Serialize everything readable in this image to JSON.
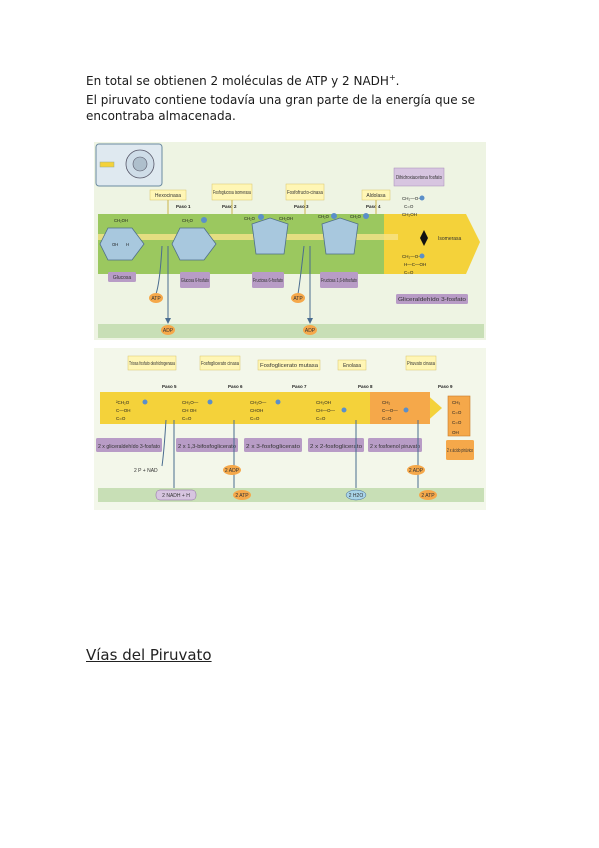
{
  "text": {
    "p1_main": "En total se obtienen 2 moléculas de ATP y 2 NADH",
    "p1_sup": "+",
    "p1_end": ".",
    "p2": "El piruvato contiene todavía una gran parte de la energía que se encontraba almacenada.",
    "heading": "Vías del Piruvato"
  },
  "figure": {
    "top": {
      "enzymes": [
        "Hexocinasa",
        "Fosfoglucosa isomerasa",
        "Fosfofructo-cinasa",
        "Aldolasa",
        "Dihidroxiacetona fosfato"
      ],
      "steps": [
        "Paso 1",
        "Paso 2",
        "Paso 3",
        "Paso 4"
      ],
      "molecules": [
        "Glucosa",
        "Glucosa 6-fosfato",
        "Fructosa 6-fosfato",
        "Fructosa 1,6-bifosfato",
        "Gliceraldehído 3-fosfato"
      ],
      "isomerase": "Isomerasa",
      "atp": "ATP",
      "adp": "ADP"
    },
    "bottom": {
      "enzymes": [
        "Triosa fosfato deshidrogenasa",
        "Fosfoglicerato cinasa",
        "Fosfoglicerato mutasa",
        "Enolasa",
        "Piruvato cinasa"
      ],
      "steps": [
        "Paso 5",
        "Paso 6",
        "Paso 7",
        "Paso 8",
        "Paso 9"
      ],
      "molecules": [
        "2 x gliceraldehído 3-fosfato",
        "2 x 1,3-bifosfoglicerato",
        "2 x 3-fosfoglicerato",
        "2 x 2-fosfoglicerato",
        "2 x fosfoenol piruvato",
        "2 x ácido pirúvico"
      ],
      "pi_nad": "2 P + NAD",
      "nadh": "2 NADH + H",
      "adp2": "2 ADP",
      "atp2": "2 ATP",
      "h2o": "2 H2O"
    },
    "colors": {
      "green_bg": "#c8dfb6",
      "green_band": "#9bc85f",
      "yellow": "#f4d23a",
      "orange": "#f5a84a",
      "purple": "#b89cc6",
      "light_panel": "#f3f7ea"
    }
  }
}
